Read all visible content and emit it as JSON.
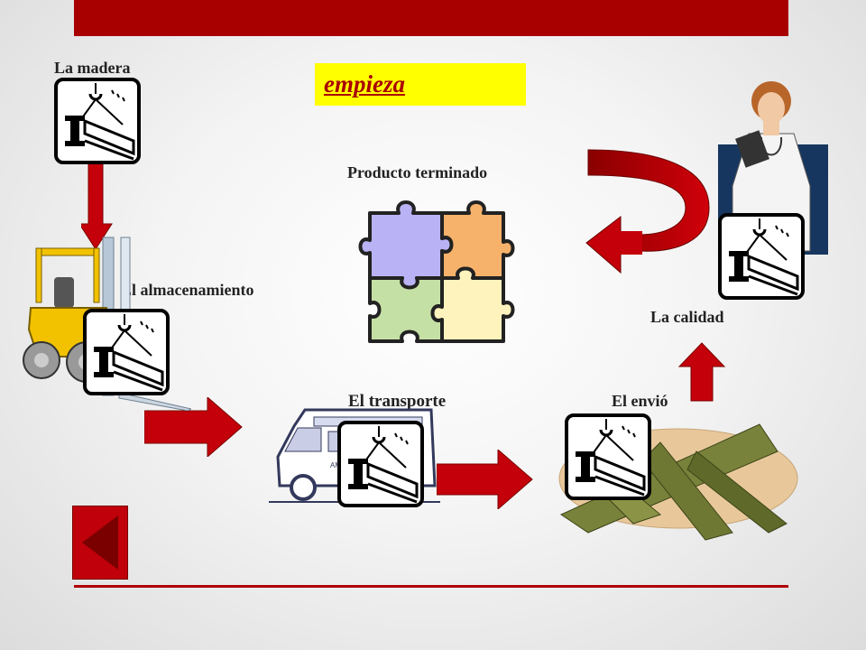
{
  "start_link": "empieza",
  "stages": {
    "madera": "La madera",
    "almacenamiento": "El almacenamiento",
    "producto": "Producto terminado",
    "transporte": "El transporte",
    "envio": "El envió",
    "calidad": "La calidad"
  },
  "icons": {
    "stage_icon": "crane-beam-icon",
    "forklift": "forklift-icon",
    "ambulance": "ambulance-icon",
    "airplane": "airplane-icon",
    "puzzle": "puzzle-icon",
    "doctor": "doctor-icon",
    "back": "back-arrow-icon"
  },
  "ambulance_text": "AMBULANCE",
  "colors": {
    "accent": "#a80000",
    "arrow": "#c4000a",
    "highlight": "#ffff00"
  }
}
